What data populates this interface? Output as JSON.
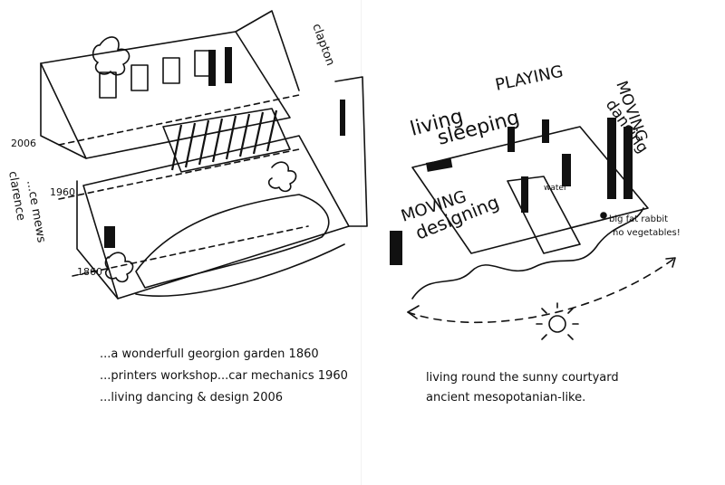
{
  "left_sketch": {
    "years": [
      "2006",
      "1960",
      "1860"
    ],
    "street_labels": [
      "clapton",
      "clarence",
      "...ce mews"
    ],
    "captions": [
      "...a wonderfull georgion garden 1860",
      "...printers workshop...car mechanics 1960",
      "...living dancing & design 2006"
    ]
  },
  "right_sketch": {
    "activity_words": [
      "PLAYING",
      "living",
      "sleeping",
      "MOVING",
      "dancing",
      "MOVING",
      "designing"
    ],
    "annotations": [
      "water",
      "big fat rabbit",
      "no vegetables!"
    ],
    "captions": [
      "living round the sunny courtyard",
      "ancient mesopotanian-like."
    ]
  }
}
